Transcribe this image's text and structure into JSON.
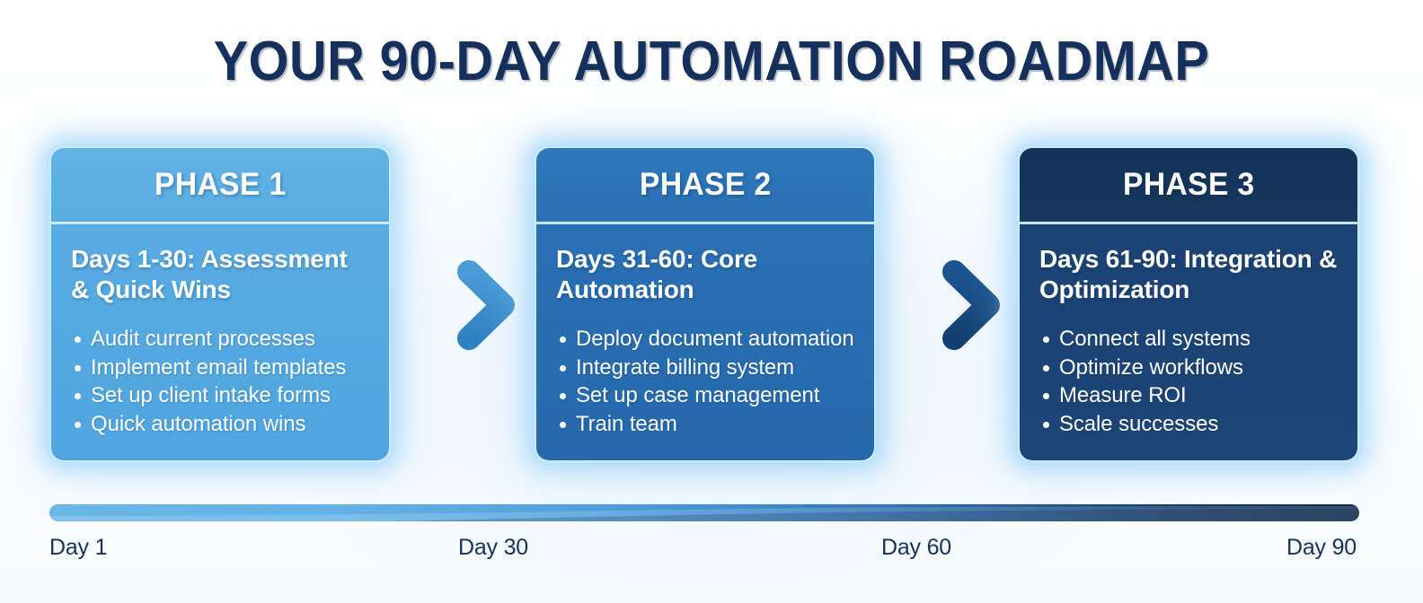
{
  "title": "YOUR 90-DAY AUTOMATION ROADMAP",
  "colors": {
    "title_navy": "#16305d",
    "phase1_blue": "#59ace3",
    "phase2_blue": "#2a70b4",
    "phase3_navy": "#1b4373",
    "arrow1": "#3a8ecb",
    "arrow2": "#16457f",
    "glow": "#96d0fa",
    "background": "#ffffff"
  },
  "phases": [
    {
      "header": "PHASE 1",
      "subtitle": "Days 1-30: Assessment & Quick Wins",
      "items": [
        "Audit current processes",
        "Implement email templates",
        "Set up client intake forms",
        "Quick automation wins"
      ]
    },
    {
      "header": "PHASE 2",
      "subtitle": "Days 31-60: Core Automation",
      "items": [
        "Deploy document automation",
        "Integrate billing system",
        "Set up case management",
        "Train team"
      ]
    },
    {
      "header": "PHASE 3",
      "subtitle": "Days 61-90: Integration & Optimization",
      "items": [
        "Connect all systems",
        "Optimize workflows",
        "Measure ROI",
        "Scale successes"
      ]
    }
  ],
  "arrows": [
    {
      "name": "arrow-phase1-to-phase2",
      "color": "#3a8ecb"
    },
    {
      "name": "arrow-phase2-to-phase3",
      "color": "#16457f"
    }
  ],
  "timeline": {
    "labels": [
      "Day 1",
      "Day 30",
      "Day 60",
      "Day 90"
    ],
    "gradient_start": "#6ab6e8",
    "gradient_end": "#102d4f"
  }
}
